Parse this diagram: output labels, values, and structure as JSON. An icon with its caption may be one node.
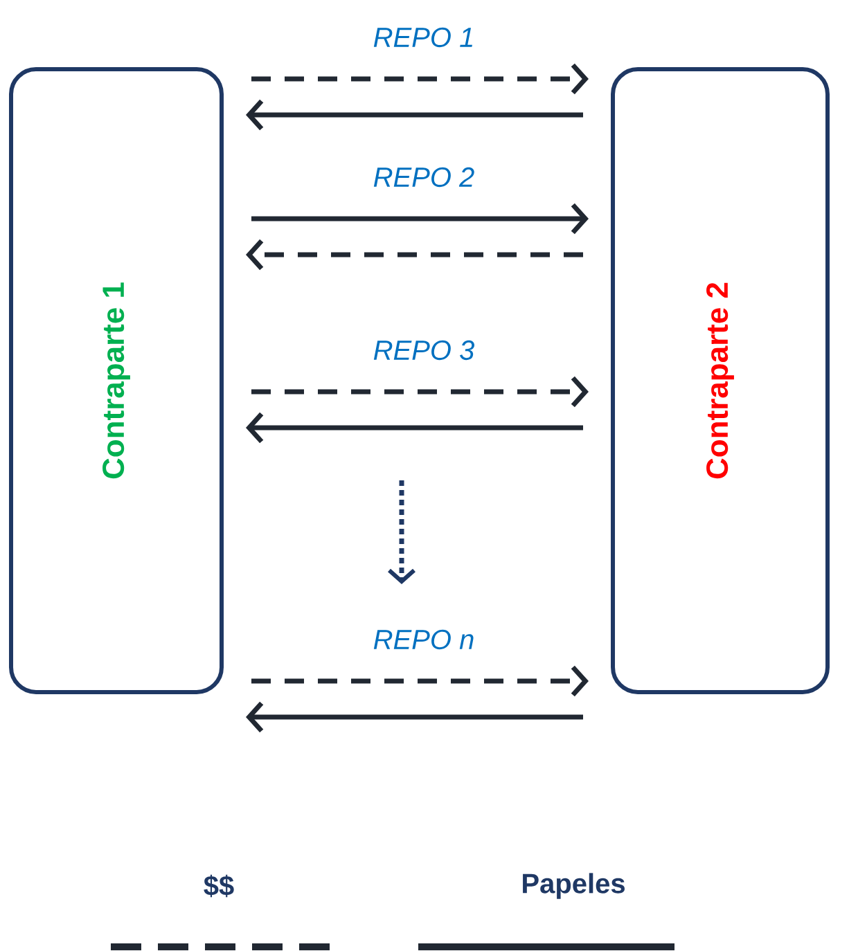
{
  "diagram": {
    "nodes": [
      {
        "text": [
          "Contraparte 1"
        ]
      },
      {
        "text": [
          "Contraparte 2"
        ]
      }
    ],
    "edges": [
      {
        "from": 0,
        "to": 1,
        "arrow": "to",
        "style": "dashed",
        "label": "REPO 1"
      },
      {
        "from": 1,
        "to": 0,
        "arrow": "to"
      },
      {
        "from": 0,
        "to": 1,
        "arrow": "to",
        "label": "REPO 2"
      },
      {
        "from": 1,
        "to": 0,
        "arrow": "to",
        "style": "dashed"
      },
      {
        "from": 0,
        "to": 1,
        "arrow": "to",
        "style": "dashed",
        "label": "REPO 3"
      },
      {
        "from": 1,
        "to": 0,
        "arrow": "to"
      },
      {
        "from": 0,
        "to": 1,
        "arrow": "to",
        "style": "dashed",
        "label": "REPO n"
      },
      {
        "from": 1,
        "to": 0,
        "arrow": "to"
      }
    ],
    "legend": [
      {
        "text": "$$"
      },
      {
        "text": "Papeles"
      }
    ]
  }
}
